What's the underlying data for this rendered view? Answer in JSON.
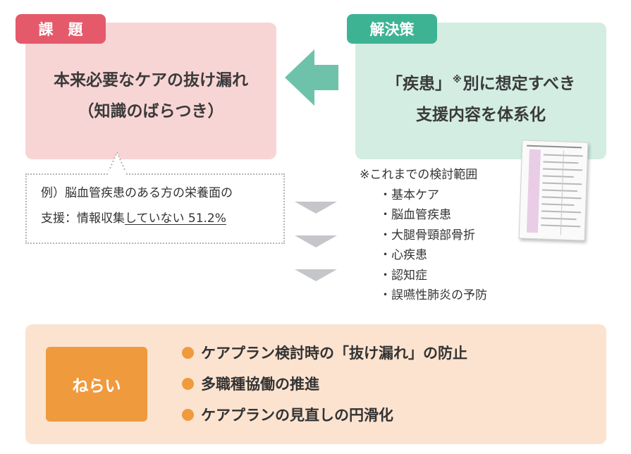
{
  "colors": {
    "issue_tag": "#e55a6b",
    "issue_box": "#f8d5d5",
    "solution_tag": "#3db394",
    "solution_box": "#d3ede3",
    "arrow": "#6fc2aa",
    "chevron": "#c4c6c9",
    "goal_box": "#fbe3d0",
    "goal_tag": "#f09a3e",
    "bullet": "#f09a3e"
  },
  "issue": {
    "tag": "課　題",
    "line1": "本来必要なケアの抜け漏れ",
    "line2": "（知識のばらつき）"
  },
  "example": {
    "line1": "例）脳血管疾患のある方の栄養面の",
    "line2_prefix": "支援：情報収集",
    "line2_underlined": "していない 51.2%"
  },
  "solution": {
    "tag": "解決策",
    "line1_a": "「疾患」",
    "line1_mark": "※",
    "line1_b": "別に想定すべき",
    "line2": "支援内容を体系化"
  },
  "scope": {
    "heading": "※これまでの検討範囲",
    "items": [
      "・基本ケア",
      "・脳血管疾患",
      "・大腿骨頸部骨折",
      "・心疾患",
      "・認知症",
      "・誤嚥性肺炎の予防"
    ]
  },
  "goal": {
    "tag": "ねらい",
    "items": [
      "ケアプラン検討時の「抜け漏れ」の防止",
      "多職種協働の推進",
      "ケアプランの見直しの円滑化"
    ]
  }
}
